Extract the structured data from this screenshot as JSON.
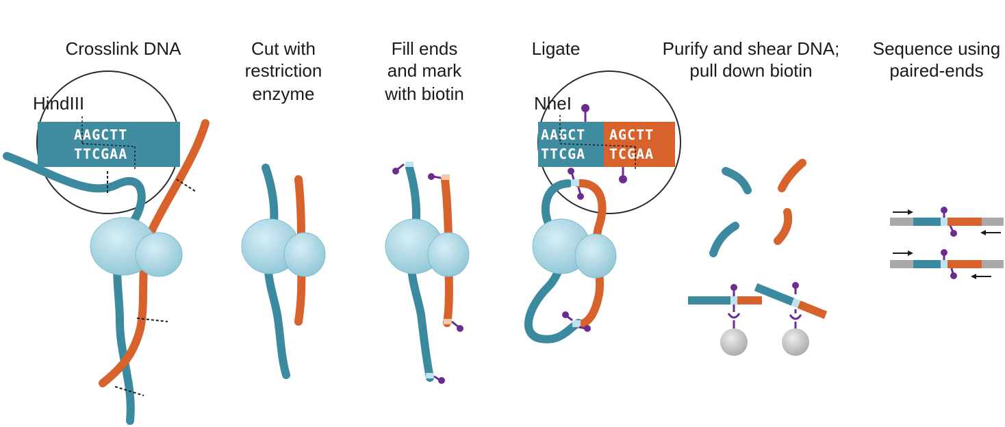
{
  "steps": [
    {
      "title_lines": [
        "Crosslink DNA"
      ]
    },
    {
      "title_lines": [
        "Cut with",
        "restriction",
        "enzyme"
      ]
    },
    {
      "title_lines": [
        "Fill ends",
        "and mark",
        "with biotin"
      ]
    },
    {
      "title_lines": [
        "Ligate"
      ]
    },
    {
      "title_lines": [
        "Purify and shear DNA;",
        "pull down biotin"
      ]
    },
    {
      "title_lines": [
        "Sequence using",
        "paired-ends"
      ]
    }
  ],
  "labels": {
    "enzyme_1": "HindIII",
    "enzyme_2": "NheI"
  },
  "sequences": {
    "cut_top": "AAGCTT",
    "cut_bottom": "TTCGAA",
    "lig_left_top": "AAGCT",
    "lig_right_top": "AGCTT",
    "lig_left_bottom": "TTCGA",
    "lig_right_bottom": "TCGAA"
  },
  "colors": {
    "dna_blue": "#3b8aa0",
    "dna_blue_dark": "#2d6f82",
    "dna_orange": "#d8622b",
    "protein": "#a8d5e2",
    "protein_dark": "#7fbccd",
    "biotin": "#6b2c8f",
    "seq_band_blue": "#3f8ba0",
    "seq_band_orange": "#d8622b",
    "bead": "#c8c8c8",
    "adapter_gray": "#a9a9a9"
  }
}
